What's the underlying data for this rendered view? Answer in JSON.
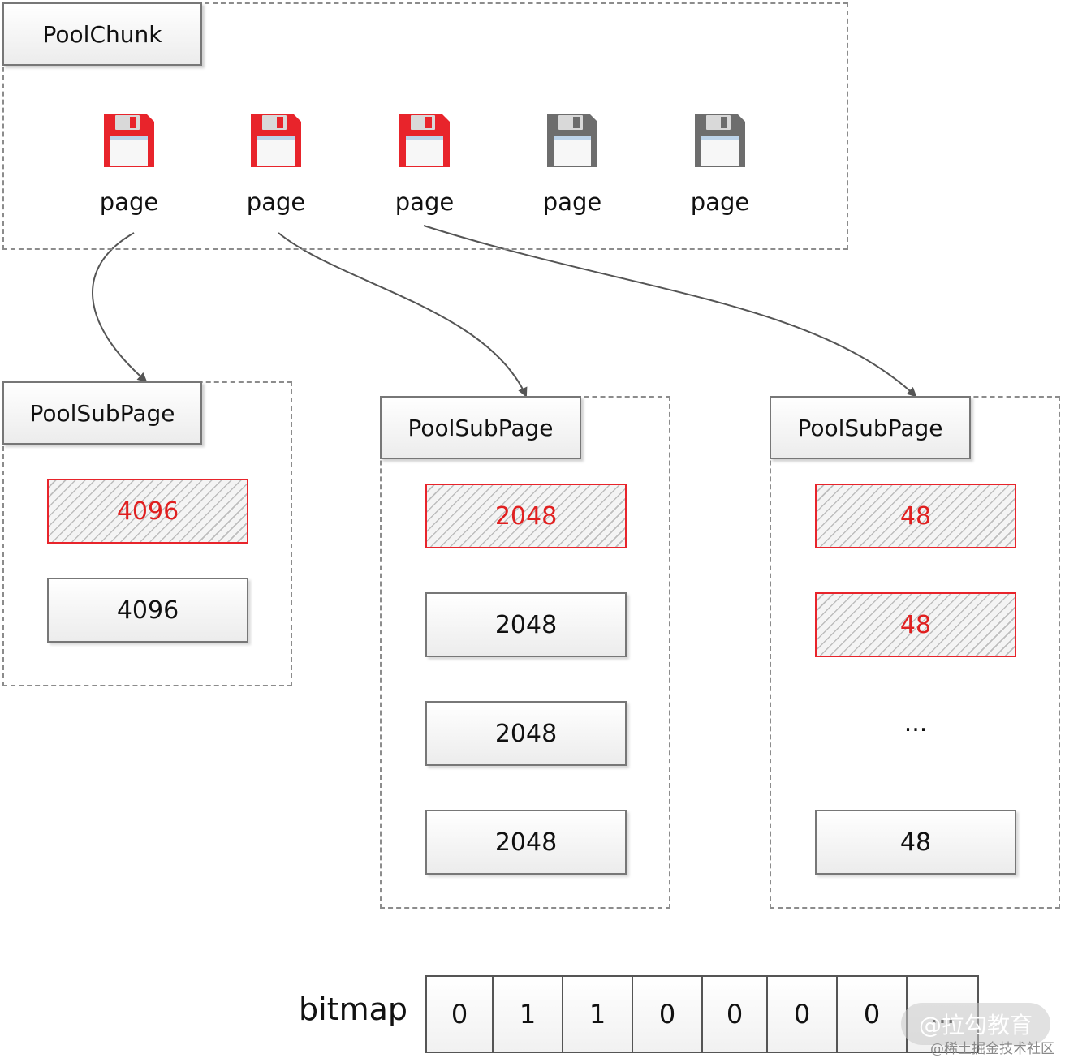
{
  "chunk": {
    "title": "PoolChunk",
    "pages": [
      {
        "label": "page",
        "state": "used",
        "icon": "floppy-disk-icon"
      },
      {
        "label": "page",
        "state": "used",
        "icon": "floppy-disk-icon"
      },
      {
        "label": "page",
        "state": "used",
        "icon": "floppy-disk-icon"
      },
      {
        "label": "page",
        "state": "free",
        "icon": "floppy-disk-icon"
      },
      {
        "label": "page",
        "state": "free",
        "icon": "floppy-disk-icon"
      }
    ]
  },
  "subpages": [
    {
      "title": "PoolSubPage",
      "cells": [
        {
          "value": "4096",
          "state": "used"
        },
        {
          "value": "4096",
          "state": "free"
        }
      ]
    },
    {
      "title": "PoolSubPage",
      "cells": [
        {
          "value": "2048",
          "state": "used"
        },
        {
          "value": "2048",
          "state": "free"
        },
        {
          "value": "2048",
          "state": "free"
        },
        {
          "value": "2048",
          "state": "free"
        }
      ]
    },
    {
      "title": "PoolSubPage",
      "cells": [
        {
          "value": "48",
          "state": "used"
        },
        {
          "value": "48",
          "state": "used"
        },
        {
          "value": "...",
          "state": "ellipsis"
        },
        {
          "value": "48",
          "state": "free"
        }
      ]
    }
  ],
  "bitmap": {
    "label": "bitmap",
    "bits": [
      "0",
      "1",
      "1",
      "0",
      "0",
      "0",
      "0",
      "..."
    ]
  },
  "watermark": {
    "primary": "@拉勾教育",
    "secondary": "@稀土掘金技术社区"
  },
  "colors": {
    "used": "#e8242b",
    "free_icon": "#6d6d6d"
  }
}
